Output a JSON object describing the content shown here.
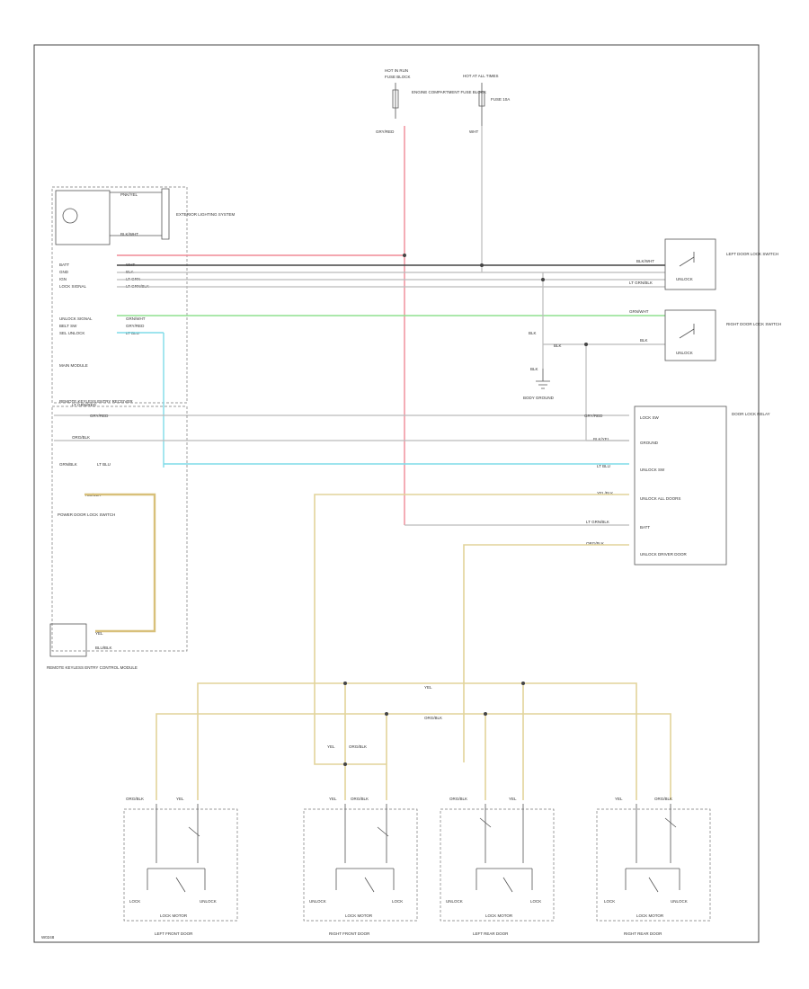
{
  "footer_code": "W0248",
  "top_fuses": {
    "hot_in_run": "HOT IN RUN",
    "fuse_block": "FUSE BLOCK",
    "fuse_detail": "ENGINE COMPARTMENT FUSE BLOCK",
    "hot_at_all_times": "HOT AT ALL TIMES",
    "fuse_rating": "FUSE 10A",
    "wire_left": "GRY/RED",
    "wire_right": "WHT"
  },
  "left_module": {
    "name": "MAIN MODULE",
    "label_1": "EXTERIOR LIGHTING SYSTEM",
    "wire_a": "PNK/YEL",
    "wire_b": "BLK/WHT",
    "pins": [
      "BATT",
      "GND",
      "IGN",
      "LOCK SIGNAL",
      "UNLOCK SIGNAL",
      "BELT SW",
      "SEL UNLOCK"
    ],
    "pin_wires": [
      "WHT",
      "BLK",
      "LT GRN",
      "LT GRN/BLK",
      "GRN/WHT",
      "GRY/RED",
      "LT BLU"
    ],
    "label_2": "REMOTE KEYLESS ENTRY RECEIVER",
    "label_3": "POWER DOOR LOCK SWITCH",
    "switch_wires": [
      "LT GRN/RED",
      "GRY/RED",
      "ORG/BLK",
      "GRN/BLK",
      "LT BLU",
      "YEL/BLK"
    ]
  },
  "right_switches": {
    "upper_label": "LEFT DOOR LOCK SWITCH",
    "upper_sub": "UNLOCK",
    "upper_wires": [
      "BLK/WHT",
      "LT GRN/BLK"
    ],
    "lower_label": "RIGHT DOOR LOCK SWITCH",
    "lower_sub": "UNLOCK",
    "lower_wires": [
      "GRN/WHT",
      "BLK"
    ],
    "ground_label": "BODY GROUND",
    "ground_wires": [
      "BLK",
      "BLK",
      "BLK"
    ]
  },
  "relay_module": {
    "name": "DOOR LOCK RELAY",
    "pins": [
      "LOCK SW",
      "GROUND",
      "UNLOCK SW",
      "UNLOCK ALL DOORS",
      "BATT",
      "UNLOCK DRIVER DOOR"
    ],
    "wires": [
      "GRY/RED",
      "BLK/YEL",
      "LT BLU",
      "YEL/BLK",
      "LT GRN/BLK",
      "ORG/BLK"
    ]
  },
  "bottom_left_module": {
    "label": "REMOTE KEYLESS ENTRY CONTROL MODULE",
    "wire_a": "YEL",
    "wire_b": "BLU/BLK"
  },
  "bus": {
    "top_wire": "YEL",
    "bottom_wire": "ORG/BLK",
    "mid_wire_a": "YEL",
    "mid_wire_b": "ORG/BLK"
  },
  "actuators": [
    {
      "name": "LEFT FRONT DOOR",
      "motor": "LOCK MOTOR",
      "lock": "LOCK",
      "unlock": "UNLOCK",
      "wire_a": "ORG/BLK",
      "wire_b": "YEL"
    },
    {
      "name": "RIGHT FRONT DOOR",
      "motor": "LOCK MOTOR",
      "lock": "LOCK",
      "unlock": "UNLOCK",
      "wire_a": "YEL",
      "wire_b": "ORG/BLK"
    },
    {
      "name": "LEFT REAR DOOR",
      "motor": "LOCK MOTOR",
      "lock": "LOCK",
      "unlock": "UNLOCK",
      "wire_a": "ORG/BLK",
      "wire_b": "YEL"
    },
    {
      "name": "RIGHT REAR DOOR",
      "motor": "LOCK MOTOR",
      "lock": "LOCK",
      "unlock": "UNLOCK",
      "wire_a": "YEL",
      "wire_b": "ORG/BLK"
    }
  ]
}
